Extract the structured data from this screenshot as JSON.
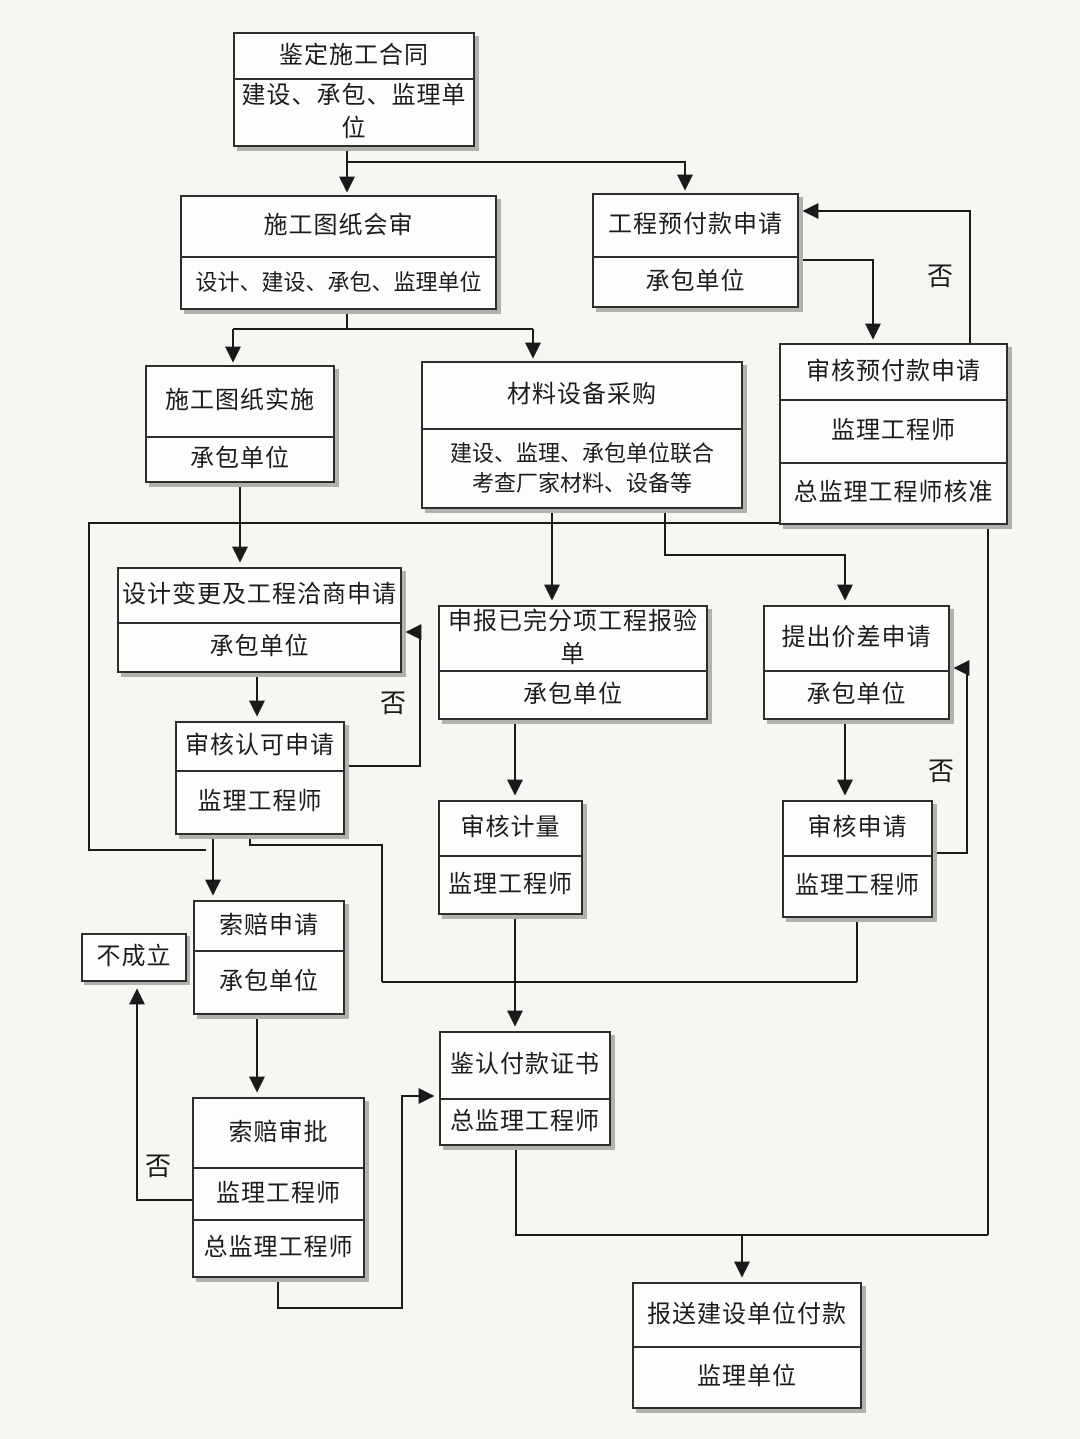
{
  "diagram": {
    "kind": "flowchart",
    "colors": {
      "background": "#f7f6f3",
      "line": "#1a1a1a",
      "box_fill": "#fdfdfc",
      "box_border": "#2e2e2e",
      "shadow": "#b3b1ae"
    }
  },
  "nodes": {
    "b1": {
      "rows": [
        "鉴定施工合同",
        "建设、承包、监理单位"
      ]
    },
    "b2": {
      "rows": [
        "施工图纸会审",
        "设计、建设、承包、监理单位"
      ]
    },
    "b3": {
      "rows": [
        "工程预付款申请",
        "承包单位"
      ]
    },
    "b4": {
      "rows": [
        "审核预付款申请",
        "监理工程师",
        "总监理工程师核准"
      ]
    },
    "b5": {
      "rows": [
        "施工图纸实施",
        "承包单位"
      ]
    },
    "b6": {
      "rows": [
        "材料设备采购",
        "建设、监理、承包单位联合",
        "考查厂家材料、设备等"
      ]
    },
    "b7": {
      "rows": [
        "设计变更及工程洽商申请",
        "承包单位"
      ]
    },
    "b8": {
      "rows": [
        "申报已完分项工程报验单",
        "承包单位"
      ]
    },
    "b9": {
      "rows": [
        "提出价差申请",
        "承包单位"
      ]
    },
    "b10": {
      "rows": [
        "审核认可申请",
        "监理工程师"
      ]
    },
    "b11": {
      "rows": [
        "审核计量",
        "监理工程师"
      ]
    },
    "b12": {
      "rows": [
        "审核申请",
        "监理工程师"
      ]
    },
    "b13": {
      "rows": [
        "索赔申请",
        "承包单位"
      ]
    },
    "b14": {
      "rows": [
        "不成立"
      ]
    },
    "b15": {
      "rows": [
        "鉴认付款证书",
        "总监理工程师"
      ]
    },
    "b16": {
      "rows": [
        "索赔审批",
        "监理工程师",
        "总监理工程师"
      ]
    },
    "b17": {
      "rows": [
        "报送建设单位付款",
        "监理单位"
      ]
    }
  },
  "edge_labels": {
    "no1": "否",
    "no2": "否",
    "no3": "否",
    "no4": "否"
  }
}
